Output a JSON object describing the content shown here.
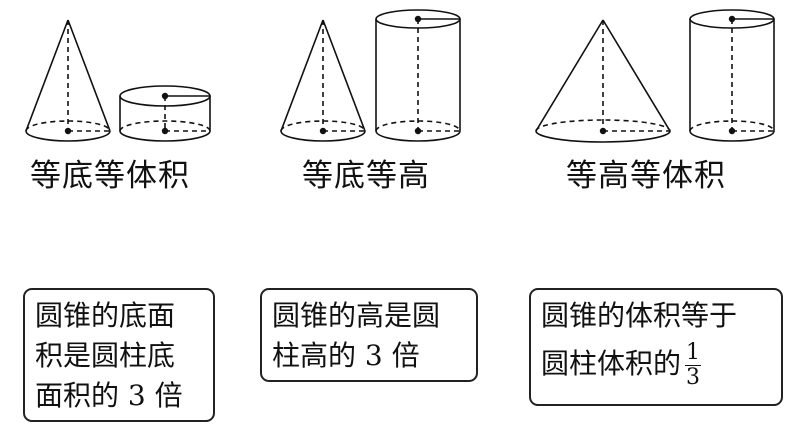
{
  "captions": {
    "equal_base_equal_volume": "等底等体积",
    "equal_base_equal_height": "等底等高",
    "equal_height_equal_volume": "等高等体积"
  },
  "boxes": {
    "box1": {
      "line1": "圆锥的底面",
      "line2": "积是圆柱底",
      "line3": "面积的 3 倍"
    },
    "box2": {
      "line1": "圆锥的高是圆",
      "line2": "柱高的 3 倍"
    },
    "box3": {
      "line1": "圆锥的体积等于",
      "line2": "圆柱体积的",
      "fraction_numerator": "1",
      "fraction_denominator": "3"
    }
  },
  "colors": {
    "ink": "#111111",
    "border": "#222222",
    "background": "#ffffff"
  }
}
